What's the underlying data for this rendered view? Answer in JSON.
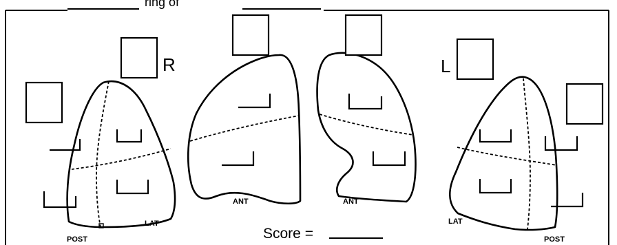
{
  "header": {
    "text_fragment": "ring of"
  },
  "side_labels": {
    "right": "R",
    "left": "L"
  },
  "view_labels": {
    "right_lateral": {
      "post": "POST",
      "lat": "LAT"
    },
    "right_anterior": "ANT",
    "left_anterior": "ANT",
    "left_lateral": {
      "lat": "LAT",
      "post": "POST"
    }
  },
  "score": {
    "label": "Score ="
  }
}
